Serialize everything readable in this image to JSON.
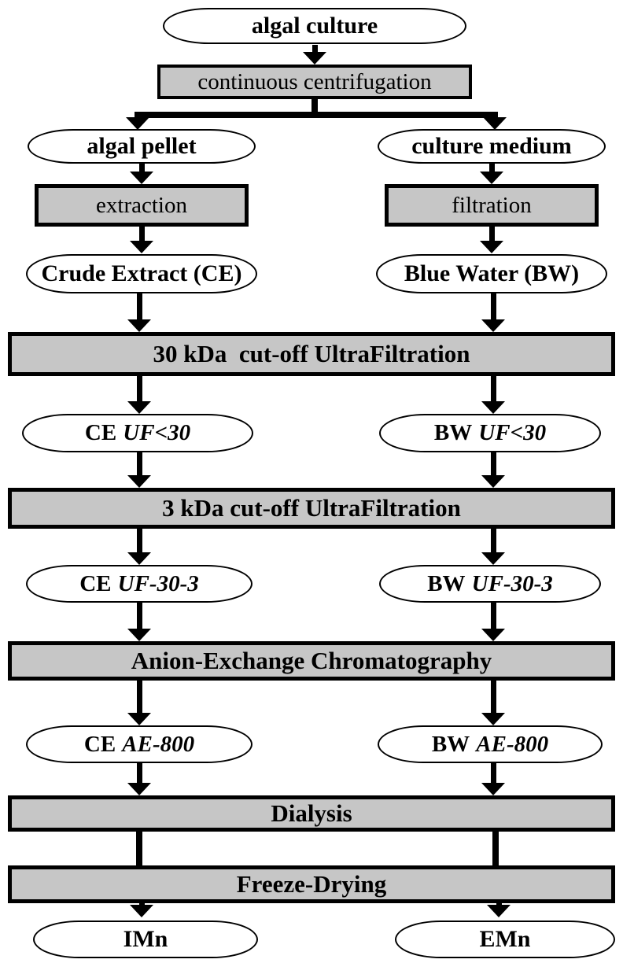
{
  "diagram": {
    "title_semantic": "algal culture fractionation flowchart",
    "colors": {
      "process_fill": "#c6c6c6",
      "terminator_fill": "#ffffff",
      "line": "#000000",
      "background": "#ffffff"
    },
    "nodes": {
      "algal_culture": {
        "label": "algal culture"
      },
      "centrifugation": {
        "label": "continuous centrifugation"
      },
      "algal_pellet": {
        "label": "algal pellet"
      },
      "culture_medium": {
        "label": "culture medium"
      },
      "extraction": {
        "label": "extraction"
      },
      "filtration": {
        "label": "filtration"
      },
      "crude_extract": {
        "label": "Crude Extract (CE)"
      },
      "blue_water": {
        "label": "Blue Water (BW)"
      },
      "uf30_bar": {
        "label": "30 kDa  cut-off UltraFiltration"
      },
      "ce_uf30": {
        "prefix": "CE",
        "italic": "UF<30"
      },
      "bw_uf30": {
        "prefix": "BW",
        "italic": "UF<30"
      },
      "uf3_bar": {
        "label": "3 kDa cut-off UltraFiltration"
      },
      "ce_uf_30_3": {
        "prefix": "CE",
        "italic": "UF-30-3"
      },
      "bw_uf_30_3": {
        "prefix": "BW",
        "italic": "UF-30-3"
      },
      "aec_bar": {
        "label": "Anion-Exchange Chromatography"
      },
      "ce_ae_800": {
        "prefix": "CE",
        "italic": "AE-800"
      },
      "bw_ae_800": {
        "prefix": "BW",
        "italic": "AE-800"
      },
      "dialysis_bar": {
        "label": "Dialysis"
      },
      "freeze_drying_bar": {
        "label": "Freeze-Drying"
      },
      "imn": {
        "label": "IMn"
      },
      "emn": {
        "label": "EMn"
      }
    }
  }
}
